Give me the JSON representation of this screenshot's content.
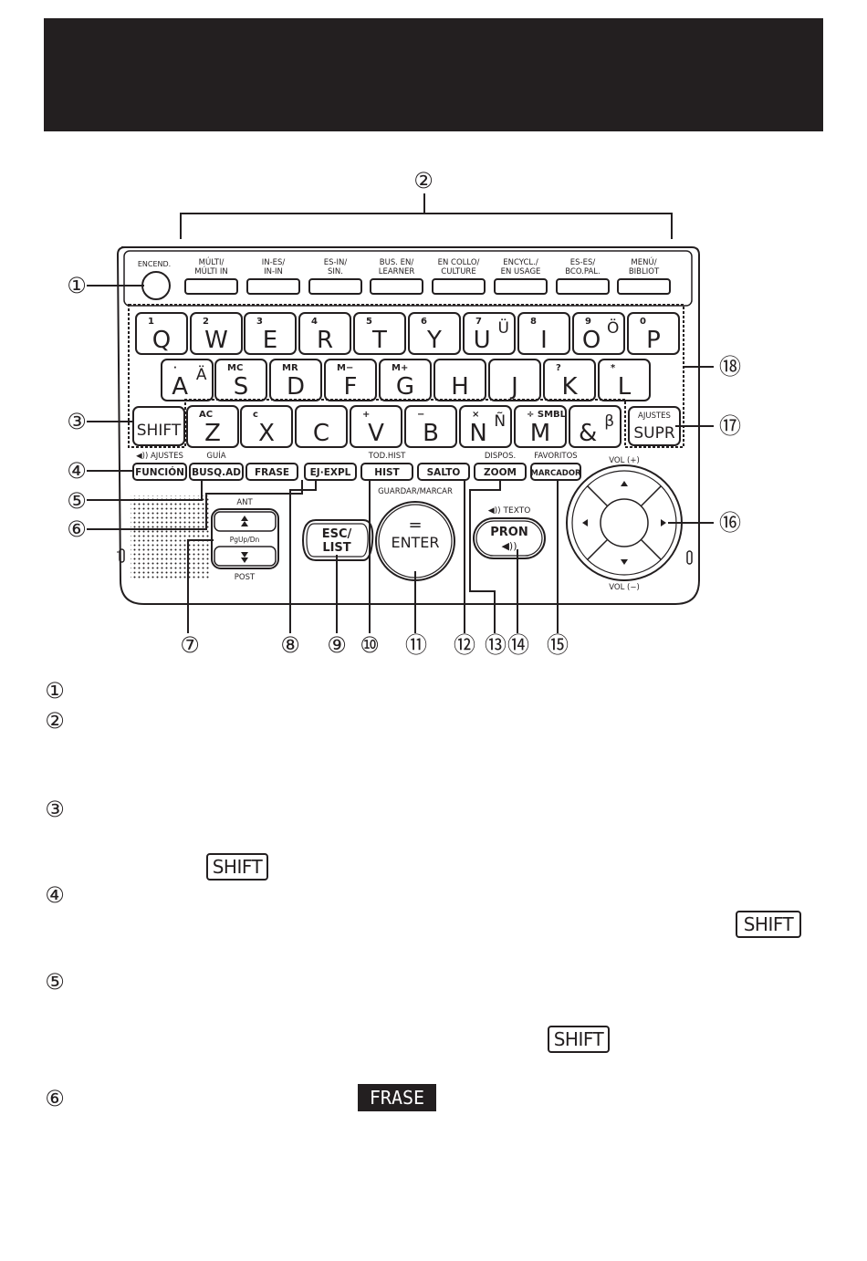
{
  "callouts": [
    "①",
    "②",
    "③",
    "④",
    "⑤",
    "⑥",
    "⑦",
    "⑧",
    "⑨",
    "⑩",
    "⑪",
    "⑫",
    "⑬",
    "⑭",
    "⑮",
    "⑯",
    "⑰",
    "⑱"
  ],
  "power_key": "ENCEND.",
  "dict_keys": [
    [
      "MÚLTI/",
      "MÚLTI IN"
    ],
    [
      "IN-ES/",
      "IN-IN"
    ],
    [
      "ES-IN/",
      "SIN."
    ],
    [
      "BUS. EN/",
      "LEARNER"
    ],
    [
      "EN COLLO/",
      "CULTURE"
    ],
    [
      "ENCYCL./",
      "EN USAGE"
    ],
    [
      "ES-ES/",
      "BCO.PAL."
    ],
    [
      "MENÚ/",
      "BIBLIOT"
    ]
  ],
  "row1_keys": [
    {
      "main": "Q",
      "sup": "1",
      "alt": ""
    },
    {
      "main": "W",
      "sup": "2",
      "alt": ""
    },
    {
      "main": "E",
      "sup": "3",
      "alt": ""
    },
    {
      "main": "R",
      "sup": "4",
      "alt": ""
    },
    {
      "main": "T",
      "sup": "5",
      "alt": ""
    },
    {
      "main": "Y",
      "sup": "6",
      "alt": ""
    },
    {
      "main": "U",
      "sup": "7",
      "alt": "Ü"
    },
    {
      "main": "I",
      "sup": "8",
      "alt": ""
    },
    {
      "main": "O",
      "sup": "9",
      "alt": "Ö"
    },
    {
      "main": "P",
      "sup": "0",
      "alt": ""
    }
  ],
  "row2_keys": [
    {
      "main": "A",
      "sup": "·",
      "alt": "Ä"
    },
    {
      "main": "S",
      "sup": "MC",
      "alt": ""
    },
    {
      "main": "D",
      "sup": "MR",
      "alt": ""
    },
    {
      "main": "F",
      "sup": "M−",
      "alt": ""
    },
    {
      "main": "G",
      "sup": "M+",
      "alt": ""
    },
    {
      "main": "H",
      "sup": "",
      "alt": ""
    },
    {
      "main": "J",
      "sup": "",
      "alt": ""
    },
    {
      "main": "K",
      "sup": "?",
      "alt": ""
    },
    {
      "main": "L",
      "sup": "*",
      "alt": ""
    }
  ],
  "row3_keys": [
    {
      "main": "Z",
      "sup": "AC",
      "alt": ""
    },
    {
      "main": "X",
      "sup": "c",
      "alt": ""
    },
    {
      "main": "C",
      "sup": "",
      "alt": ""
    },
    {
      "main": "V",
      "sup": "+",
      "alt": ""
    },
    {
      "main": "B",
      "sup": "−",
      "alt": ""
    },
    {
      "main": "N",
      "sup": "×",
      "alt": "Ñ"
    },
    {
      "main": "M",
      "sup": "÷ SMBL",
      "alt": ""
    },
    {
      "main": "&",
      "sup": "",
      "alt": "β"
    }
  ],
  "shift_key": "SHIFT",
  "supr_key": {
    "label": "SUPR",
    "sup": "AJUSTES"
  },
  "func_row": [
    {
      "label": "FUNCIÓN",
      "above": "◀)) AJUSTES"
    },
    {
      "label": "BUSQ.AD",
      "above": "GUÍA"
    },
    {
      "label": "FRASE",
      "above": ""
    },
    {
      "label": "EJ·EXPL",
      "above": ""
    },
    {
      "label": "HIST",
      "above": "TOD.HIST"
    },
    {
      "label": "SALTO",
      "above": ""
    },
    {
      "label": "ZOOM",
      "above": "DISPOS."
    },
    {
      "label": "MARCADOR",
      "above": "FAVORITOS"
    }
  ],
  "page_key": {
    "top": "ANT",
    "middle": "PgUp/Dn",
    "bottom": "POST"
  },
  "esc_key": [
    "ESC/",
    "LIST"
  ],
  "guardar_label": "GUARDAR/MARCAR",
  "enter_key": {
    "symbol": "=",
    "label": "ENTER"
  },
  "pron_key": {
    "label": "PRON",
    "above": "◀)) TEXTO",
    "sound": "◀))"
  },
  "vol_up": "VOL (+)",
  "vol_down": "VOL (−)",
  "legend_keys": {
    "shift": "SHIFT",
    "frase": "FRASE"
  }
}
